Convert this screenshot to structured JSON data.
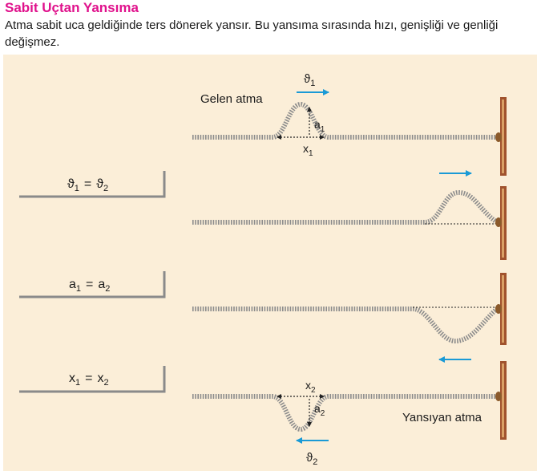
{
  "title": "Sabit Uçtan Yansıma",
  "intro": "Atma sabit uca geldiğinde ters dönerek yansır. Bu yansıma sırasında hızı, genişliği ve genliği değişmez.",
  "labels": {
    "incoming": "Gelen atma",
    "reflected": "Yansıyan atma"
  },
  "symbols": {
    "v1": "ϑ",
    "v2": "ϑ",
    "a1": "a",
    "x1": "x",
    "a2": "a",
    "x2": "x",
    "sub1": "1",
    "sub2": "2"
  },
  "boxes": [
    {
      "lhs": "ϑ",
      "lhs_sub": "1",
      "op": "=",
      "rhs": "ϑ",
      "rhs_sub": "2"
    },
    {
      "lhs": "a",
      "lhs_sub": "1",
      "op": "=",
      "rhs": "a",
      "rhs_sub": "2"
    },
    {
      "lhs": "x",
      "lhs_sub": "1",
      "op": "=",
      "rhs": "x",
      "rhs_sub": "2"
    }
  ],
  "colors": {
    "title": "#e0128c",
    "panel": "#fbeed8",
    "arrow": "#1a9ad6",
    "wall": "#a0522d",
    "spring": "#8c8c8c"
  }
}
